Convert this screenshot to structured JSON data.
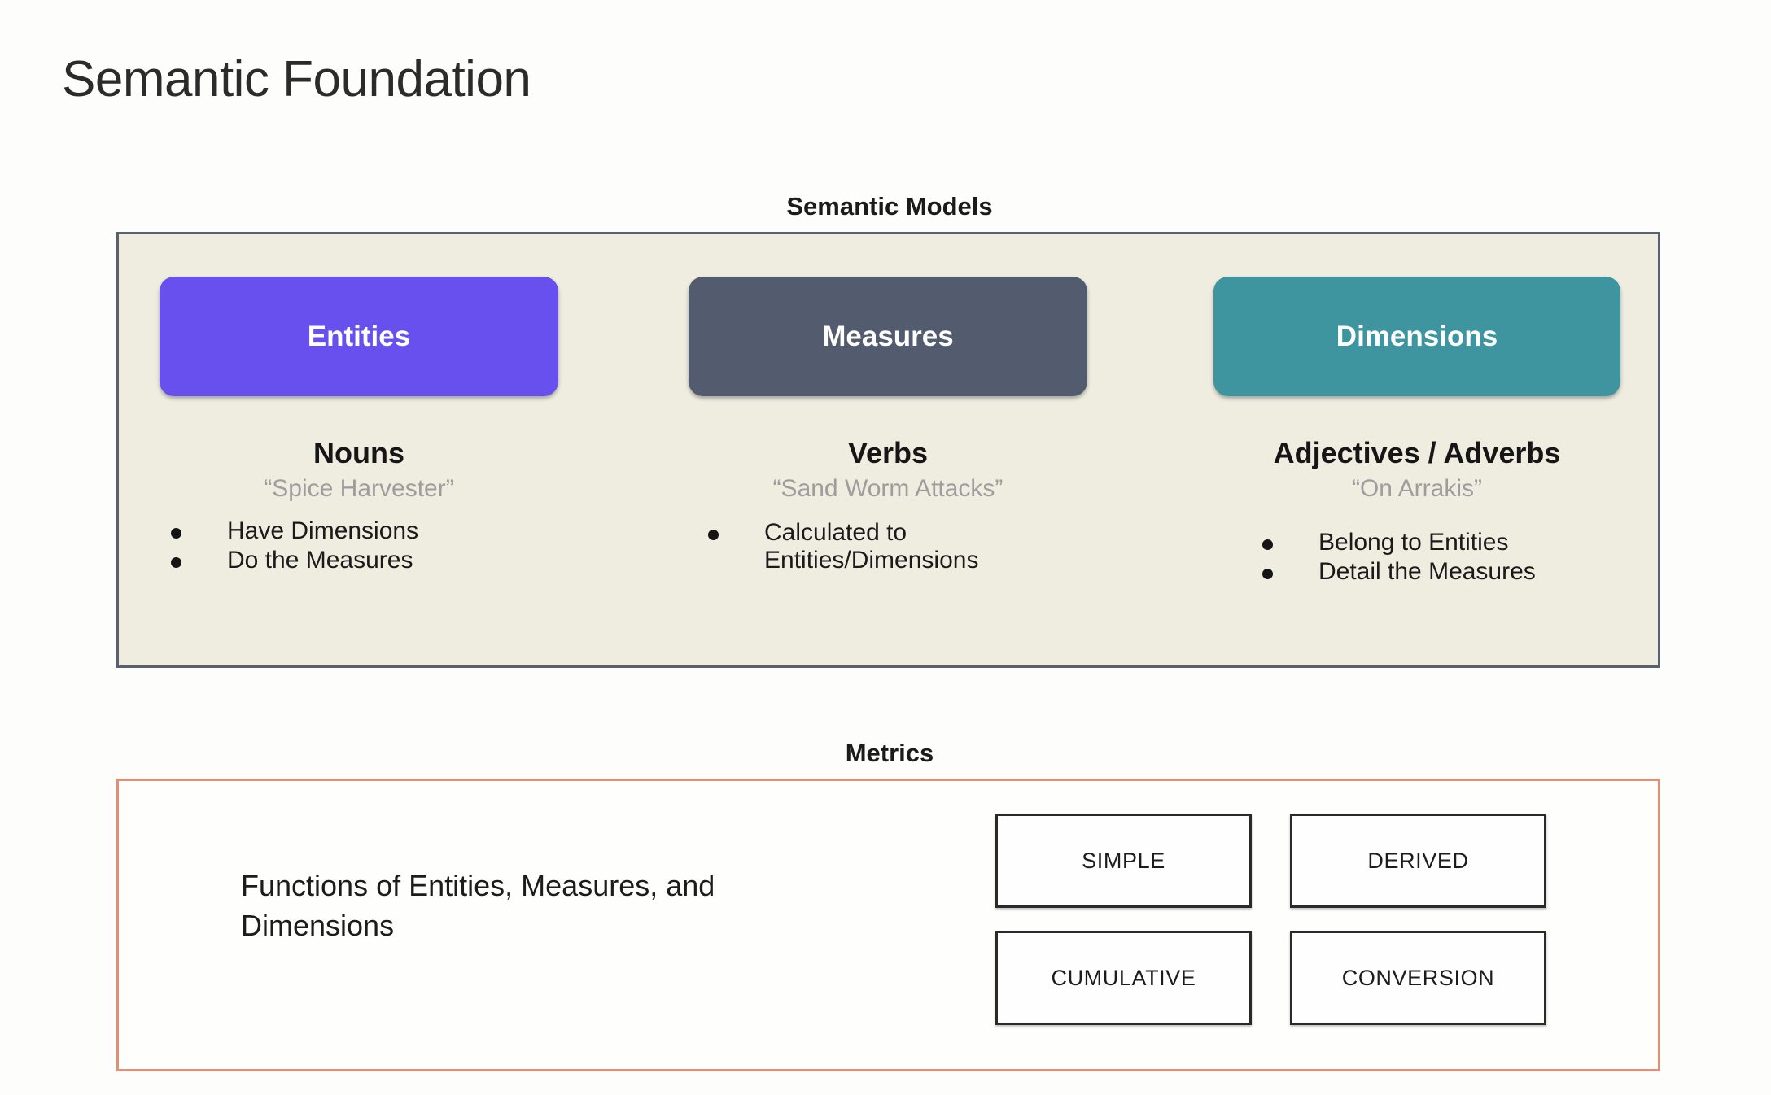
{
  "slide": {
    "title": "Semantic Foundation",
    "background_color": "#fdfdfb"
  },
  "semantic_models": {
    "section_label": "Semantic Models",
    "panel_background": "#efece0",
    "panel_border_color": "#5a6070",
    "columns": [
      {
        "pill_label": "Entities",
        "pill_color": "#6750ee",
        "heading": "Nouns",
        "example": "“Spice Harvester”",
        "bullets": [
          "Have Dimensions",
          "Do the Measures"
        ]
      },
      {
        "pill_label": "Measures",
        "pill_color": "#535b6e",
        "heading": "Verbs",
        "example": "“Sand Worm Attacks”",
        "bullets": [
          "Calculated to Entities/Dimensions"
        ]
      },
      {
        "pill_label": "Dimensions",
        "pill_color": "#3e95a0",
        "heading": "Adjectives / Adverbs",
        "example": "“On Arrakis”",
        "bullets": [
          "Belong to Entities",
          "Detail the Measures"
        ]
      }
    ]
  },
  "metrics": {
    "section_label": "Metrics",
    "panel_border_color": "#df9077",
    "description": "Functions of Entities, Measures, and Dimensions",
    "types": [
      "SIMPLE",
      "DERIVED",
      "CUMULATIVE",
      "CONVERSION"
    ]
  }
}
